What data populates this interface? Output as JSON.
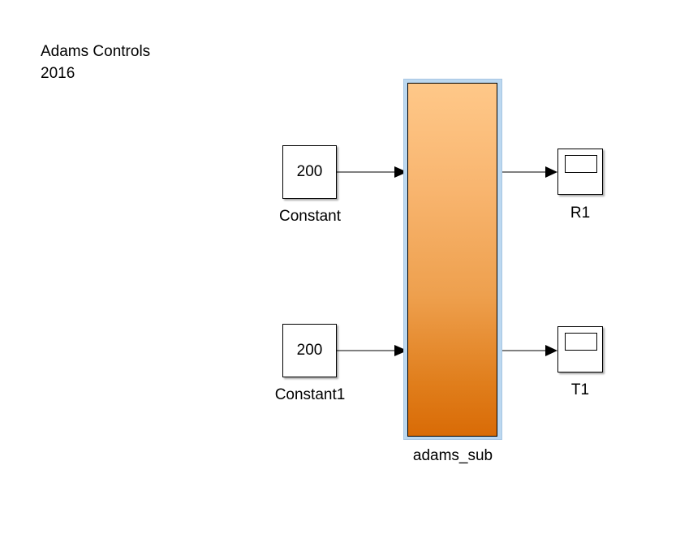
{
  "annotation": {
    "line1": "Adams Controls",
    "line2": "2016"
  },
  "blocks": {
    "constant": {
      "value": "200",
      "label": "Constant"
    },
    "constant1": {
      "value": "200",
      "label": "Constant1"
    },
    "subsystem": {
      "label": "adams_sub"
    },
    "scope_r1": {
      "label": "R1"
    },
    "scope_t1": {
      "label": "T1"
    }
  },
  "colors": {
    "subsystem_top": "#ffc889",
    "subsystem_bottom": "#d96b06",
    "selection_highlight": "#bcd8f0"
  }
}
